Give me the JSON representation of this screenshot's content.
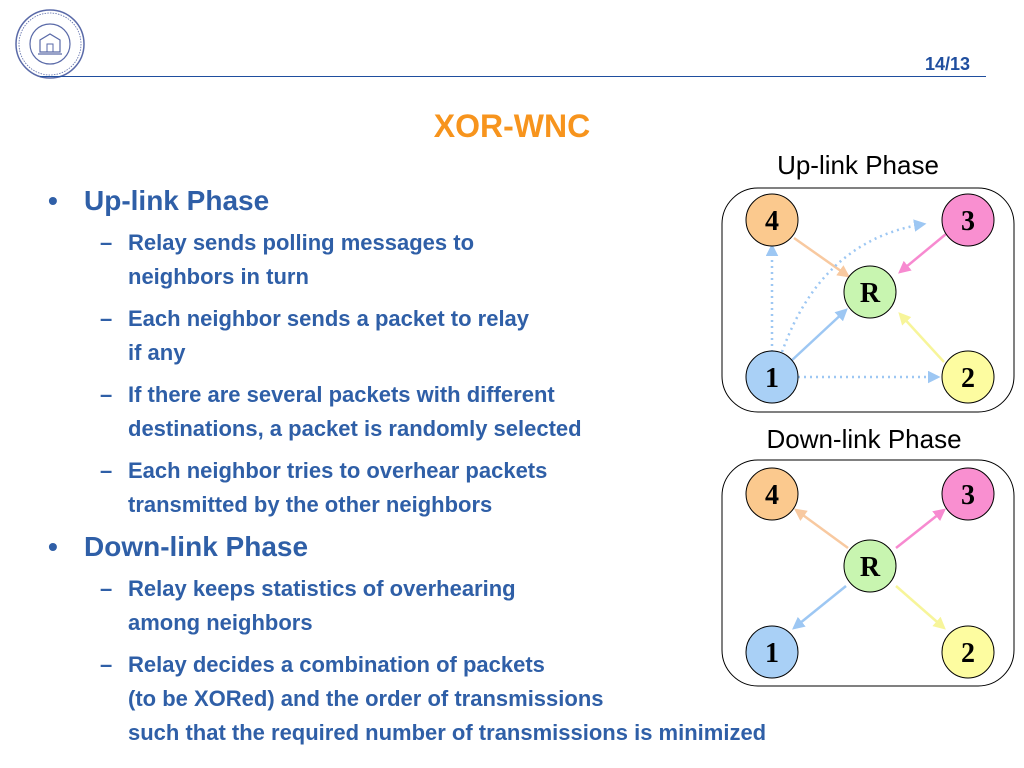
{
  "header": {
    "page_number": "14/13"
  },
  "title": "XOR-WNC",
  "bullets": [
    {
      "text": "Up-link Phase",
      "subitems": [
        {
          "lines": [
            "Relay sends polling messages to",
            "neighbors in turn"
          ]
        },
        {
          "lines": [
            "Each neighbor sends a packet to relay",
            "if any"
          ]
        },
        {
          "lines": [
            "If there are several packets with different",
            "destinations, a packet is randomly selected"
          ]
        },
        {
          "lines": [
            "Each neighbor tries to overhear packets",
            "transmitted by the other neighbors"
          ]
        }
      ]
    },
    {
      "text": "Down-link Phase",
      "subitems": [
        {
          "lines": [
            "Relay keeps statistics of overhearing",
            "among neighbors"
          ]
        },
        {
          "lines": [
            "Relay decides a combination of packets",
            "(to be XORed) and the order of transmissions",
            "such that the required number of transmissions is minimized"
          ]
        }
      ]
    }
  ],
  "bullet_marker": "•",
  "sub_marker": "–",
  "diagrams": {
    "uplink_title": "Up-link Phase",
    "downlink_title": "Down-link Phase",
    "nodes": {
      "n4": "4",
      "n3": "3",
      "nR": "R",
      "n1": "1",
      "n2": "2"
    },
    "colors": {
      "node4": "#fbc98e",
      "node3": "#f98fd0",
      "nodeR": "#c8f5b0",
      "node1": "#a9d0f6",
      "node2": "#fdfca0",
      "link4": "#f8c9a0",
      "link3": "#f78ad0",
      "link1": "#9dc7f3",
      "link2": "#f7f59a",
      "dotted": "#9dc7f3"
    }
  }
}
